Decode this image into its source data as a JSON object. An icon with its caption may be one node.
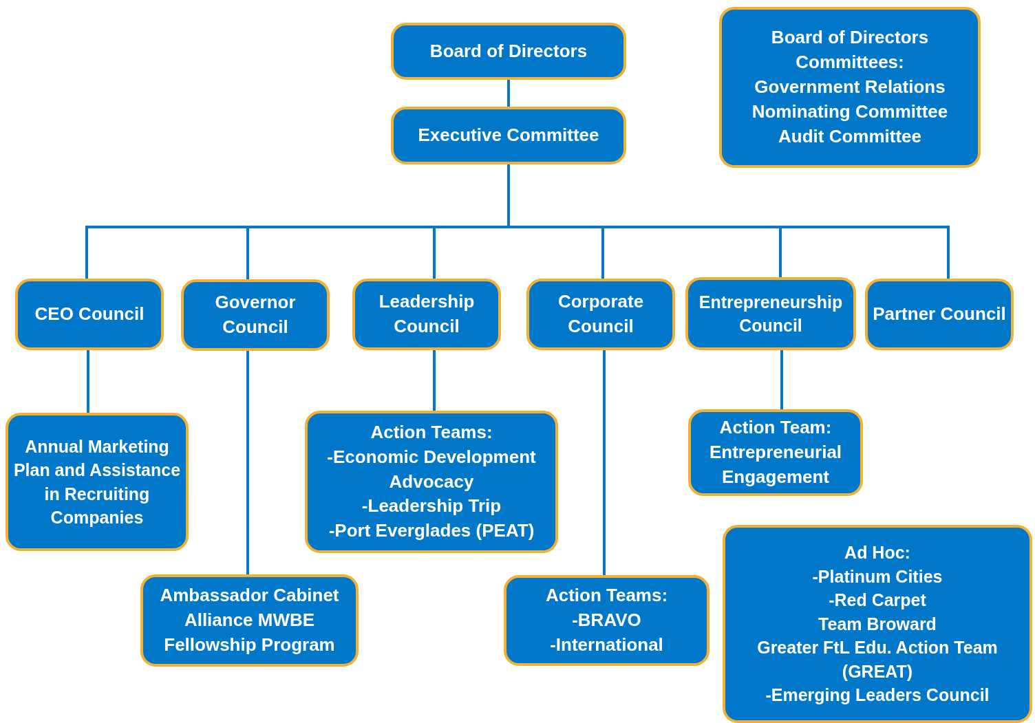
{
  "diagram": {
    "nodes": [
      {
        "text": [
          "Board of Directors"
        ]
      },
      {
        "text": [
          "Executive Committee"
        ]
      },
      {
        "text": [
          "Board of Directors Committees:",
          "Government Relations",
          "Nominating Committee",
          "Audit Committee"
        ]
      },
      {
        "text": [
          "CEO Council"
        ]
      },
      {
        "text": [
          "Governor Council"
        ]
      },
      {
        "text": [
          "Leadership Council"
        ]
      },
      {
        "text": [
          "Corporate Council"
        ]
      },
      {
        "text": [
          "Entrepreneurship Council"
        ]
      },
      {
        "text": [
          "Partner Council"
        ]
      },
      {
        "text": [
          "Annual Marketing Plan and Assistance in Recruiting Companies"
        ]
      },
      {
        "text": [
          "Ambassador Cabinet",
          "Alliance MWBE",
          "Fellowship Program"
        ]
      },
      {
        "text": [
          "Action Teams:",
          "-Economic Development Advocacy",
          "-Leadership Trip",
          "-Port Everglades (PEAT)"
        ]
      },
      {
        "text": [
          "Action Teams:",
          "-BRAVO",
          "-International"
        ]
      },
      {
        "text": [
          "Action Team:",
          "Entrepreneurial Engagement"
        ]
      },
      {
        "text": [
          "Ad Hoc:",
          "-Platinum Cities",
          "-Red Carpet",
          "Team Broward",
          "Greater FtL Edu. Action Team (GREAT)",
          "-Emerging Leaders Council"
        ]
      }
    ],
    "edges": [
      {
        "from": 0,
        "to": 1,
        "arrow": "none"
      },
      {
        "from": 1,
        "to": 3,
        "arrow": "none"
      },
      {
        "from": 1,
        "to": 4,
        "arrow": "none"
      },
      {
        "from": 1,
        "to": 5,
        "arrow": "none"
      },
      {
        "from": 1,
        "to": 6,
        "arrow": "none"
      },
      {
        "from": 1,
        "to": 7,
        "arrow": "none"
      },
      {
        "from": 1,
        "to": 8,
        "arrow": "none"
      },
      {
        "from": 3,
        "to": 9,
        "arrow": "none"
      },
      {
        "from": 4,
        "to": 10,
        "arrow": "none"
      },
      {
        "from": 5,
        "to": 11,
        "arrow": "none"
      },
      {
        "from": 6,
        "to": 12,
        "arrow": "none"
      },
      {
        "from": 7,
        "to": 13,
        "arrow": "none"
      }
    ]
  }
}
